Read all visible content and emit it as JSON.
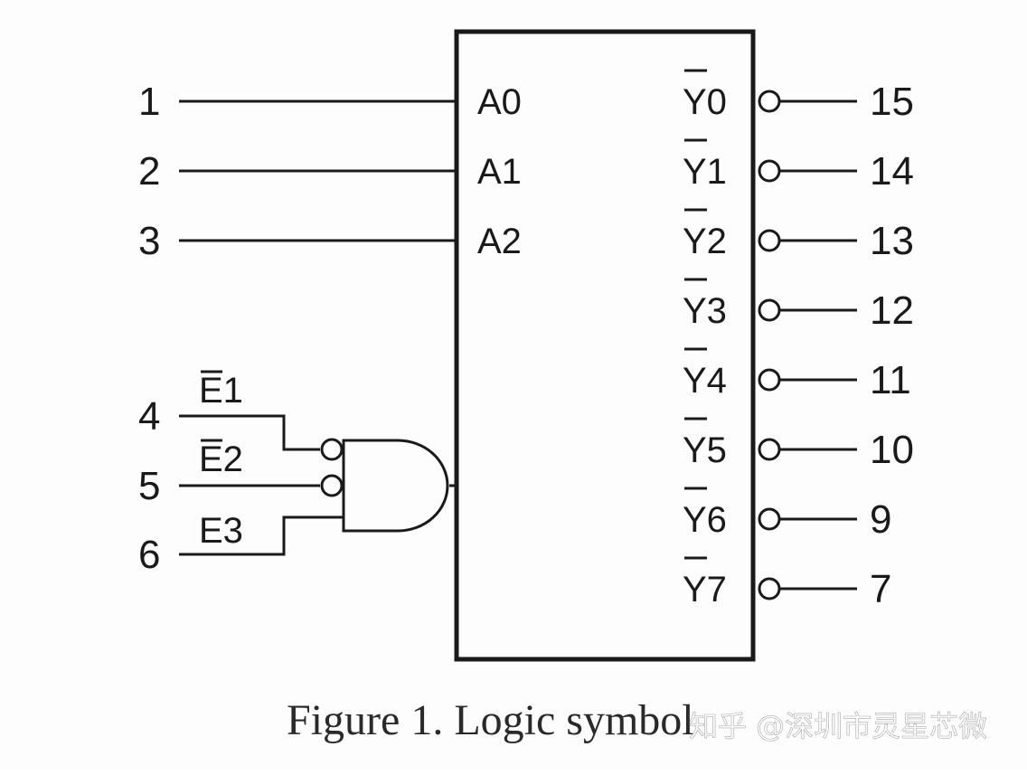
{
  "address_inputs": [
    {
      "pin": "1",
      "signal": "A0"
    },
    {
      "pin": "2",
      "signal": "A1"
    },
    {
      "pin": "3",
      "signal": "A2"
    }
  ],
  "enable_inputs": [
    {
      "pin": "4",
      "signal": "E1",
      "overbar": true,
      "inverted": true
    },
    {
      "pin": "5",
      "signal": "E2",
      "overbar": true,
      "inverted": true
    },
    {
      "pin": "6",
      "signal": "E3",
      "overbar": false,
      "inverted": false
    }
  ],
  "outputs": [
    {
      "signal": "Y0",
      "pin": "15"
    },
    {
      "signal": "Y1",
      "pin": "14"
    },
    {
      "signal": "Y2",
      "pin": "13"
    },
    {
      "signal": "Y3",
      "pin": "12"
    },
    {
      "signal": "Y4",
      "pin": "11"
    },
    {
      "signal": "Y5",
      "pin": "10"
    },
    {
      "signal": "Y6",
      "pin": "9"
    },
    {
      "signal": "Y7",
      "pin": "7"
    }
  ],
  "caption": "Figure 1. Logic symbol",
  "watermark": "知乎 @深圳市灵星芯微",
  "colors": {
    "ink": "#1a1a1a",
    "background": "#fdfdfd"
  }
}
